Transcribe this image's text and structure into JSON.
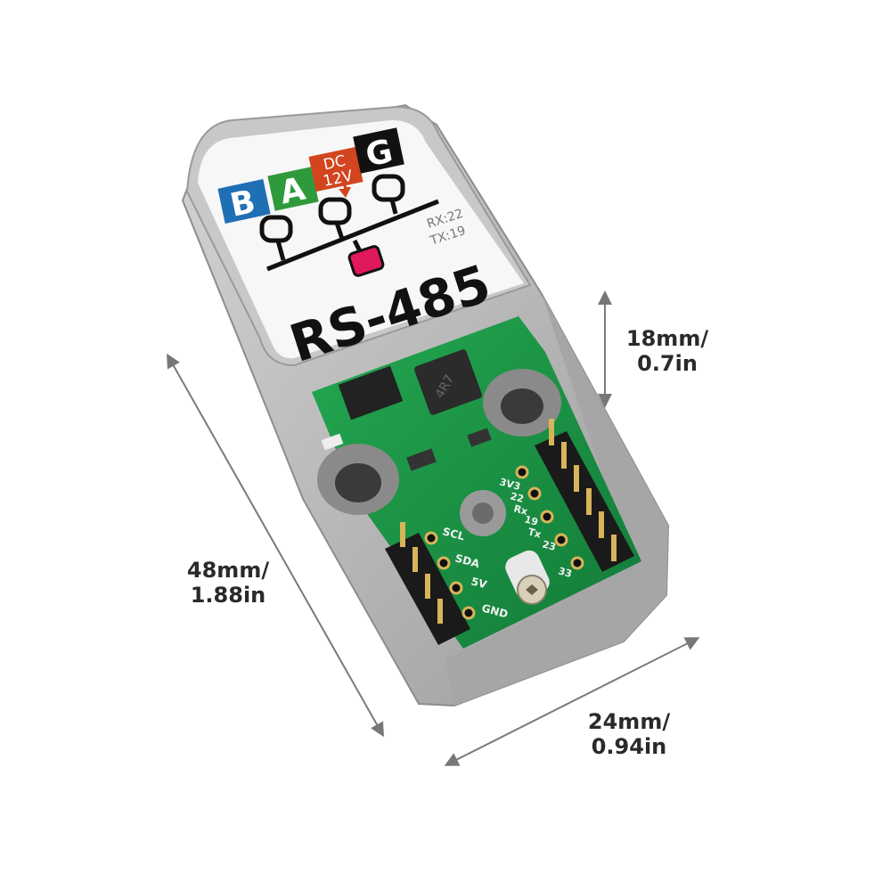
{
  "product": {
    "sticker": {
      "letters": [
        {
          "text": "B",
          "color": "#1f6fb5"
        },
        {
          "text": "A",
          "color": "#2e9a3c"
        },
        {
          "text": "DC",
          "color": "#d2451e"
        },
        {
          "text": "12V",
          "color": "#d2451e"
        },
        {
          "text": "G",
          "color": "#111111"
        }
      ],
      "rx": "RX:22",
      "tx": "TX:19",
      "title": "RS-485",
      "node_color": "#e0195a"
    },
    "pcb": {
      "left_pins": [
        "SCL",
        "SDA",
        "5V",
        "GND"
      ],
      "right_pins": [
        "3V3",
        "22",
        "Rx",
        "19",
        "Tx",
        "23",
        "33"
      ],
      "chip_label": "4R7"
    },
    "case_color": "#b9b9b9",
    "pcb_color": "#1c9a4a"
  },
  "dimensions": {
    "height": {
      "line1": "18mm/",
      "line2": "0.7in"
    },
    "length": {
      "line1": "48mm/",
      "line2": "1.88in"
    },
    "width": {
      "line1": "24mm/",
      "line2": "0.94in"
    }
  }
}
